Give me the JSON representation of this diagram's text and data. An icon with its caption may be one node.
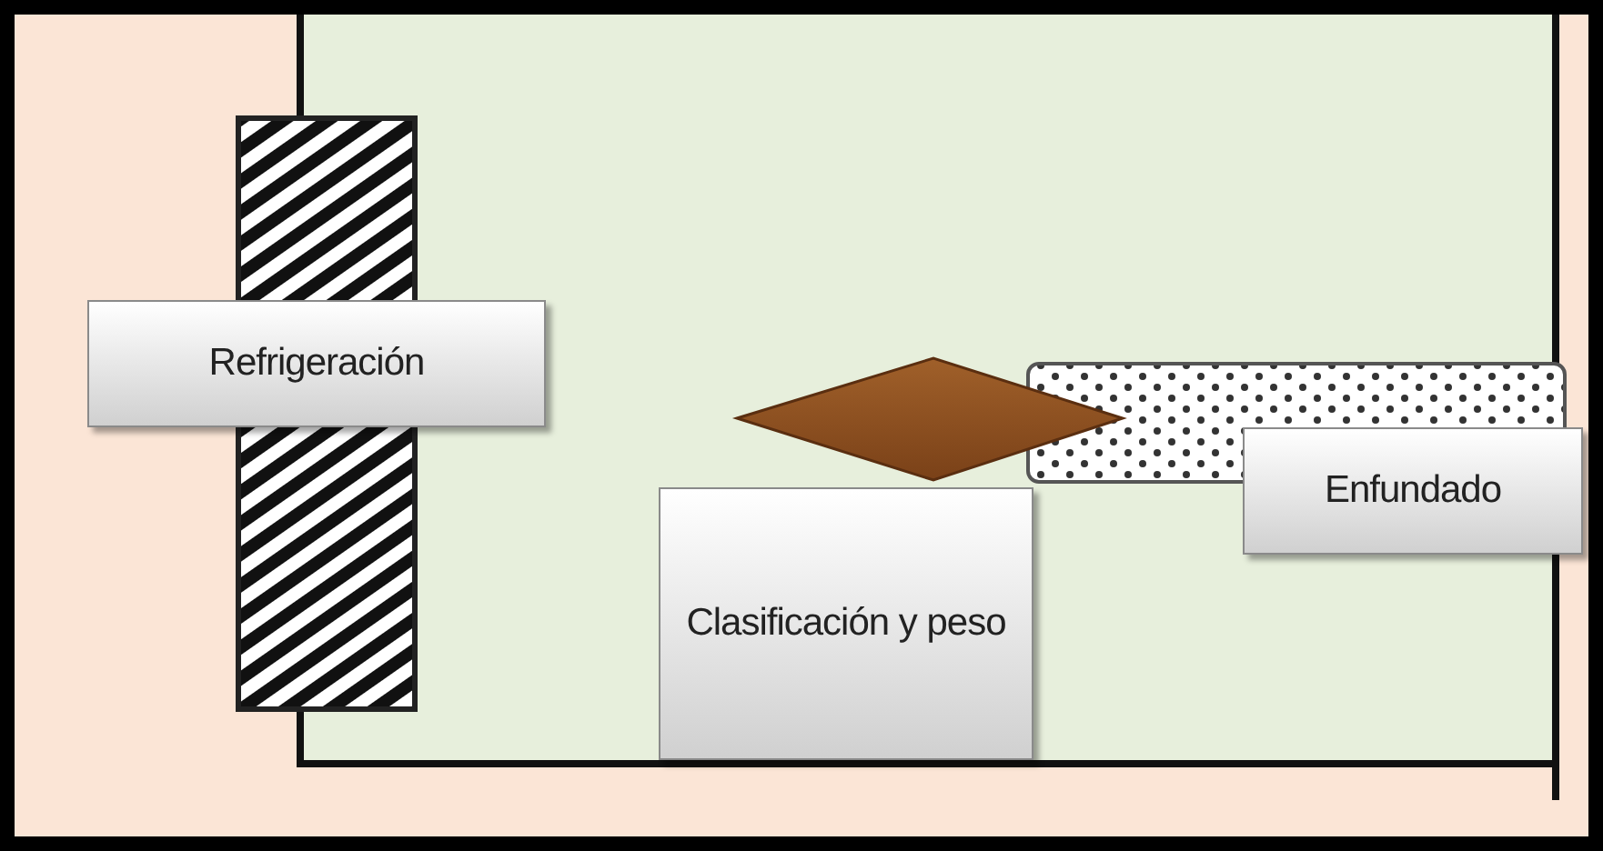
{
  "diagram": {
    "nodes": [
      {
        "text": [
          "Refrigeración"
        ]
      },
      {
        "text": [
          "Clasificación y peso"
        ]
      },
      {
        "text": [
          "Enfundado"
        ]
      }
    ]
  }
}
